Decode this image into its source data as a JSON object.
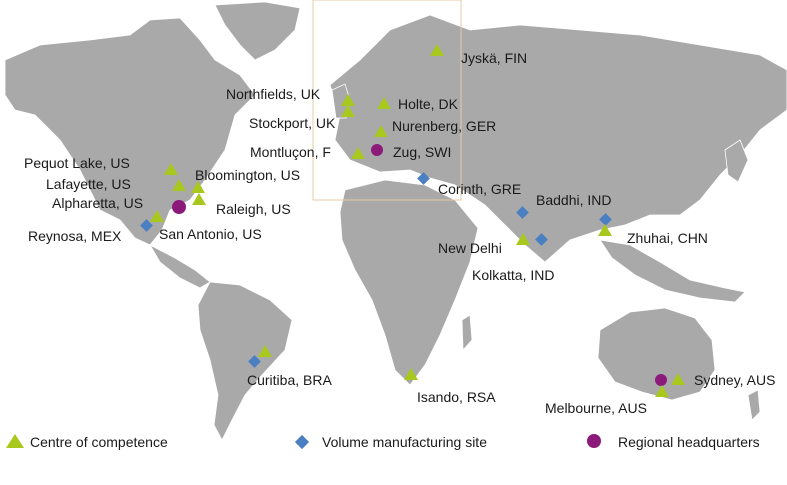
{
  "map": {
    "colors": {
      "land": "#a9a9a9",
      "centre": "#a8c81e",
      "manufacturing": "#4a7fc1",
      "headquarters": "#8b1a7a"
    },
    "sites": [
      {
        "key": "jyska",
        "label": "Jyskä, FIN",
        "type": "centre"
      },
      {
        "key": "northfields",
        "label": "Northfields, UK",
        "type": "centre"
      },
      {
        "key": "holte",
        "label": "Holte, DK",
        "type": "centre"
      },
      {
        "key": "stockport",
        "label": "Stockport, UK",
        "type": "centre"
      },
      {
        "key": "nurenberg",
        "label": "Nurenberg, GER",
        "type": "centre"
      },
      {
        "key": "montlucon",
        "label": "Montluçon, F",
        "type": "centre"
      },
      {
        "key": "zug",
        "label": "Zug, SWI",
        "type": "headquarters"
      },
      {
        "key": "corinth",
        "label": "Corinth, GRE",
        "type": "manufacturing"
      },
      {
        "key": "pequot",
        "label": "Pequot Lake, US",
        "type": "centre"
      },
      {
        "key": "lafayette",
        "label": "Lafayette, US",
        "type": "centre"
      },
      {
        "key": "bloomington",
        "label": "Bloomington, US",
        "type": "centre"
      },
      {
        "key": "alpharetta",
        "label": "Alpharetta, US",
        "type": "headquarters"
      },
      {
        "key": "raleigh",
        "label": "Raleigh, US",
        "type": "centre"
      },
      {
        "key": "reynosa",
        "label": "Reynosa, MEX",
        "type": "manufacturing"
      },
      {
        "key": "sanantonio",
        "label": "San Antonio, US",
        "type": "centre"
      },
      {
        "key": "baddhi",
        "label": "Baddhi, IND",
        "type": "manufacturing"
      },
      {
        "key": "zhuhai",
        "label": "Zhuhai, CHN",
        "type": "centre"
      },
      {
        "key": "newdelhi",
        "label": "New Delhi",
        "type": "centre"
      },
      {
        "key": "kolkatta",
        "label": "Kolkatta, IND",
        "type": "manufacturing"
      },
      {
        "key": "curitiba",
        "label": "Curitiba, BRA",
        "type": "manufacturing"
      },
      {
        "key": "isando",
        "label": "Isando, RSA",
        "type": "centre"
      },
      {
        "key": "sydney",
        "label": "Sydney, AUS",
        "type": "centre"
      },
      {
        "key": "melbourne",
        "label": "Melbourne, AUS",
        "type": "centre"
      }
    ]
  },
  "legend": {
    "centre": "Centre of competence",
    "manufacturing": "Volume manufacturing site",
    "headquarters": "Regional headquarters"
  }
}
